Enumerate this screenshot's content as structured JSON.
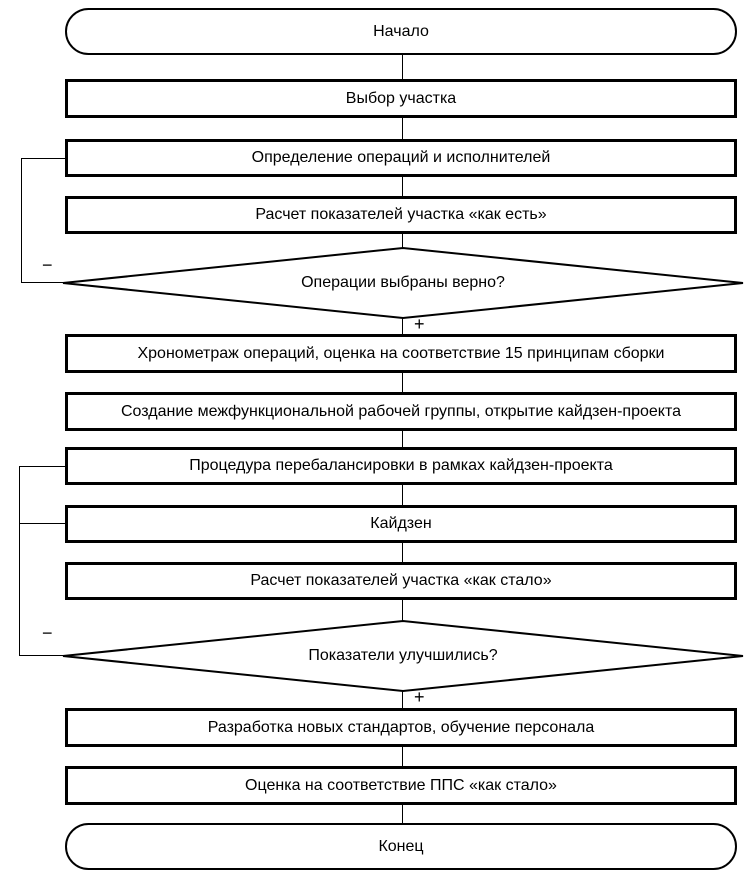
{
  "diagram": {
    "type": "flowchart",
    "language": "ru",
    "colors": {
      "stroke": "#000000",
      "fill": "#ffffff",
      "text": "#000000"
    },
    "nodes": {
      "start": {
        "shape": "terminator",
        "label": "Начало"
      },
      "select_area": {
        "shape": "process",
        "label": "Выбор участка"
      },
      "define_operations": {
        "shape": "process",
        "label": "Определение операций и исполнителей"
      },
      "calc_as_is": {
        "shape": "process",
        "label": "Расчет показателей участка «как есть»"
      },
      "operations_correct": {
        "shape": "decision",
        "label": "Операции выбраны верно?"
      },
      "timing": {
        "shape": "process",
        "label": "Хронометраж операций, оценка на соответствие 15 принципам сборки"
      },
      "create_team": {
        "shape": "process",
        "label": "Создание межфункциональной рабочей группы, открытие кайдзен-проекта"
      },
      "rebalancing": {
        "shape": "process",
        "label": "Процедура перебалансировки в рамках кайдзен-проекта"
      },
      "kaizen": {
        "shape": "process",
        "label": "Кайдзен"
      },
      "calc_as_became": {
        "shape": "process",
        "label": "Расчет показателей участка «как стало»"
      },
      "indicators_improved": {
        "shape": "decision",
        "label": "Показатели улучшились?"
      },
      "develop_standards": {
        "shape": "process",
        "label": "Разработка новых стандартов, обучение персонала"
      },
      "assess_pps": {
        "shape": "process",
        "label": "Оценка на соответствие ППС «как стало»"
      },
      "end": {
        "shape": "terminator",
        "label": "Конец"
      }
    },
    "branch_labels": {
      "positive": "+",
      "negative": "−"
    },
    "edges": [
      {
        "from": "start",
        "to": "select_area"
      },
      {
        "from": "select_area",
        "to": "define_operations"
      },
      {
        "from": "define_operations",
        "to": "calc_as_is"
      },
      {
        "from": "calc_as_is",
        "to": "operations_correct"
      },
      {
        "from": "operations_correct",
        "to": "timing",
        "label": "+"
      },
      {
        "from": "operations_correct",
        "to": "define_operations",
        "label": "−"
      },
      {
        "from": "timing",
        "to": "create_team"
      },
      {
        "from": "create_team",
        "to": "rebalancing"
      },
      {
        "from": "rebalancing",
        "to": "kaizen"
      },
      {
        "from": "kaizen",
        "to": "calc_as_became"
      },
      {
        "from": "calc_as_became",
        "to": "indicators_improved"
      },
      {
        "from": "indicators_improved",
        "to": "develop_standards",
        "label": "+"
      },
      {
        "from": "indicators_improved",
        "to": "rebalancing",
        "label": "−"
      },
      {
        "from": "indicators_improved",
        "to": "kaizen",
        "label": "−"
      },
      {
        "from": "develop_standards",
        "to": "assess_pps"
      },
      {
        "from": "assess_pps",
        "to": "end"
      }
    ]
  }
}
